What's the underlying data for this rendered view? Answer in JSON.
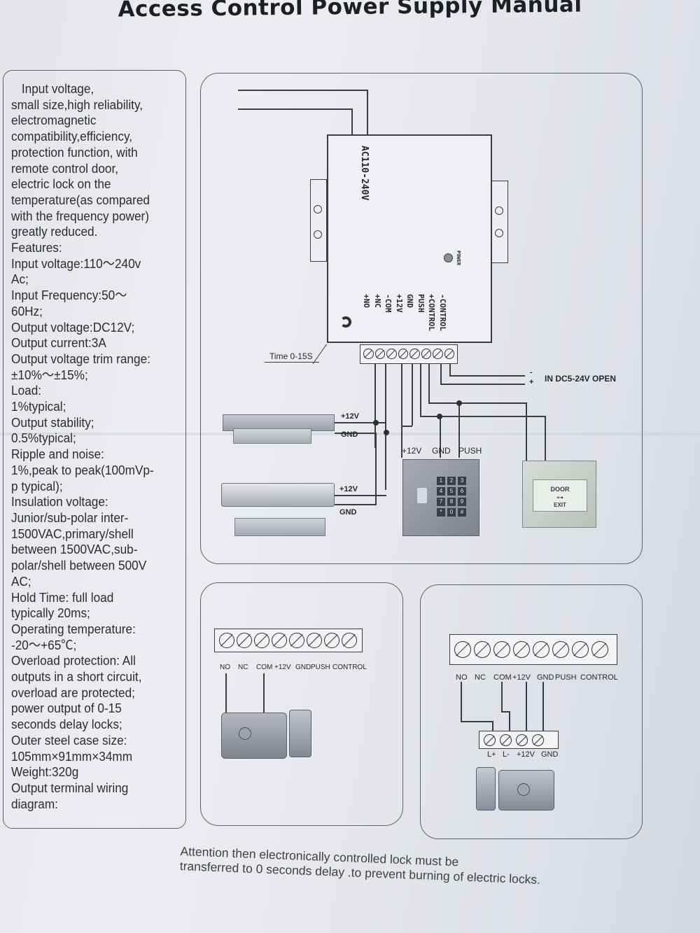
{
  "title": "Access Control Power Supply Manual",
  "spec_lines": [
    "Input voltage,",
    "small size,high reliability,",
    "electromagnetic",
    "compatibility,efficiency,",
    "protection function,  with",
    "remote control door,",
    "electric lock on the",
    "temperature(as compared",
    "with the frequency power)",
    "greatly reduced.",
    "Features:",
    "Input voltage:110～240v",
    "Ac;",
    "Input Frequency:50～",
    "60Hz;",
    "Output voltage:DC12V;",
    "Output current:3A",
    "Output voltage trim range:",
    "±10%～±15%;",
    "Load:",
    "1%typical;",
    "Output stability;",
    "0.5%typical;",
    "Ripple and noise:",
    "1%,peak to peak(100mVp-",
    "p typical);",
    "Insulation voltage:",
    "Junior/sub-polar inter-",
    "1500VAC,primary/shell",
    "between 1500VAC,sub-",
    "polar/shell between 500V",
    "AC;",
    "Hold Time: full load",
    "typically 20ms;",
    "Operating temperature:",
    "-20～+65℃;",
    "Overload protection: All",
    "outputs in a short circuit,",
    "overload are protected;",
    "power output of 0-15",
    "seconds delay locks;",
    "Outer steel case size:",
    "105mm×91mm×34mm",
    "Weight:320g",
    "Output terminal wiring",
    "diagram:"
  ],
  "main_diagram": {
    "psu_voltage_label": "AC110-240V",
    "power_led_label": "POWER",
    "terminal_labels": [
      "+NO",
      "+NC",
      "-COM",
      "+12V",
      "GND",
      "PUSH",
      "+CONTROL",
      "-CONTROL"
    ],
    "time_label": "Time 0-15S",
    "control_minus": "-",
    "control_plus": "+",
    "control_input_label": "IN DC5-24V OPEN",
    "bolt_lock_12v": "+12V",
    "bolt_lock_gnd": "GND",
    "mag_lock_12v": "+12V",
    "mag_lock_gnd": "GND",
    "keypad_labels": [
      "+12V",
      "GND",
      "PUSH"
    ],
    "keypad_keys": [
      "1",
      "2",
      "3",
      "4",
      "5",
      "6",
      "7",
      "8",
      "9",
      "*",
      "0",
      "#"
    ],
    "exit_button_line1": "DOOR",
    "exit_button_line2": "EXIT"
  },
  "diagram_left": {
    "terminal_labels": [
      "NO",
      "NC",
      "COM",
      "+12V",
      "GND",
      "PUSH",
      "CONTROL"
    ]
  },
  "diagram_right": {
    "terminal_labels": [
      "NO",
      "NC",
      "COM",
      "+12V",
      "GND",
      "PUSH",
      "CONTROL"
    ],
    "lock_terminal_labels": [
      "L+",
      "L-",
      "+12V",
      "GND"
    ]
  },
  "attention_line1": "Attention then electronically controlled lock must be",
  "attention_line2": "transferred to 0 seconds delay .to prevent burning of electric locks."
}
